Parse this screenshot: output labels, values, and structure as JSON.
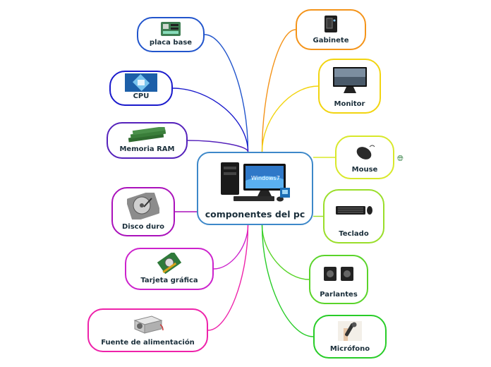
{
  "center": {
    "label": "componentes del pc",
    "color": "#3d88c9"
  },
  "nodes": [
    {
      "id": "placa-base",
      "label": "placa base",
      "color": "#2255cc",
      "icon": "motherboard-icon"
    },
    {
      "id": "cpu",
      "label": "CPU",
      "color": "#1a1acc",
      "icon": "cpu-chip-icon"
    },
    {
      "id": "memoria-ram",
      "label": "Memoria RAM",
      "color": "#5522bb",
      "icon": "ram-module-icon"
    },
    {
      "id": "disco-duro",
      "label": "Disco duro",
      "color": "#aa11bb",
      "icon": "hard-drive-icon"
    },
    {
      "id": "tarjeta-grafica",
      "label": "Tarjeta gráfica",
      "color": "#cc22cc",
      "icon": "graphics-card-icon"
    },
    {
      "id": "fuente",
      "label": "Fuente de alimentación",
      "color": "#ee22aa",
      "icon": "power-supply-icon"
    },
    {
      "id": "gabinete",
      "label": "Gabinete",
      "color": "#f4941a",
      "icon": "pc-case-icon"
    },
    {
      "id": "monitor",
      "label": "Monitor",
      "color": "#f2d410",
      "icon": "monitor-icon"
    },
    {
      "id": "mouse",
      "label": "Mouse",
      "color": "#d8e82a",
      "icon": "mouse-icon"
    },
    {
      "id": "teclado",
      "label": "Teclado",
      "color": "#9ade2a",
      "icon": "keyboard-icon"
    },
    {
      "id": "parlantes",
      "label": "Parlantes",
      "color": "#5ad42a",
      "icon": "speakers-icon"
    },
    {
      "id": "microfono",
      "label": "Micrófono",
      "color": "#28cc28",
      "icon": "microphone-icon"
    }
  ]
}
